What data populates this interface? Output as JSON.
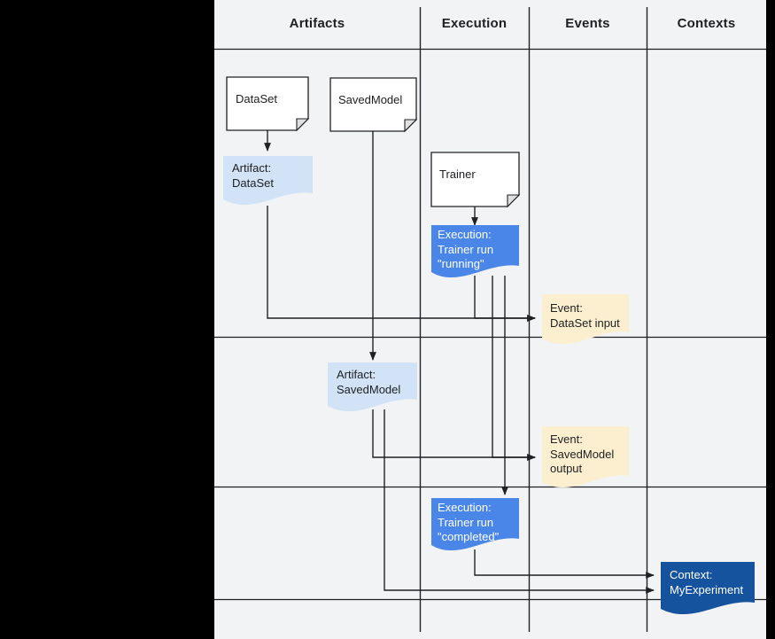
{
  "diagram": {
    "title": "ML Metadata swimlane diagram",
    "background_color": "#000000",
    "canvas_color": "#f1f3f4",
    "line_color": "#202124"
  },
  "lanes": [
    {
      "id": "artifacts",
      "label": "Artifacts"
    },
    {
      "id": "execution",
      "label": "Execution"
    },
    {
      "id": "events",
      "label": "Events"
    },
    {
      "id": "contexts",
      "label": "Contexts"
    }
  ],
  "nodes": {
    "dataset_doc": {
      "label": "DataSet",
      "shape": "document",
      "fill": "#ffffff",
      "text_color": "#202124"
    },
    "savedmodel_doc": {
      "label": "SavedModel",
      "shape": "document",
      "fill": "#ffffff",
      "text_color": "#202124"
    },
    "trainer_doc": {
      "label": "Trainer",
      "shape": "document",
      "fill": "#ffffff",
      "text_color": "#202124"
    },
    "artifact_dataset": {
      "label": "Artifact:\nDataSet",
      "shape": "note-wavy",
      "fill": "#d2e3f7",
      "text_color": "#202124"
    },
    "artifact_savedmodel": {
      "label": "Artifact:\nSavedModel",
      "shape": "note-wavy",
      "fill": "#d2e3f7",
      "text_color": "#202124"
    },
    "execution_running": {
      "label": "Execution:\nTrainer run\n\"running\"",
      "shape": "note-wavy",
      "fill": "#4a86e8",
      "text_color": "#ffffff"
    },
    "execution_completed": {
      "label": "Execution:\nTrainer run\n\"completed\"",
      "shape": "note-wavy",
      "fill": "#4a86e8",
      "text_color": "#ffffff"
    },
    "event_dataset_input": {
      "label": "Event:\nDataSet input",
      "shape": "note-wavy",
      "fill": "#fcefd0",
      "text_color": "#202124"
    },
    "event_savedmodel_output": {
      "label": "Event:\nSavedModel\noutput",
      "shape": "note-wavy",
      "fill": "#fcefd0",
      "text_color": "#202124"
    },
    "context_myexperiment": {
      "label": "Context:\nMyExperiment",
      "shape": "note-wavy",
      "fill": "#15539e",
      "text_color": "#ffffff"
    }
  }
}
